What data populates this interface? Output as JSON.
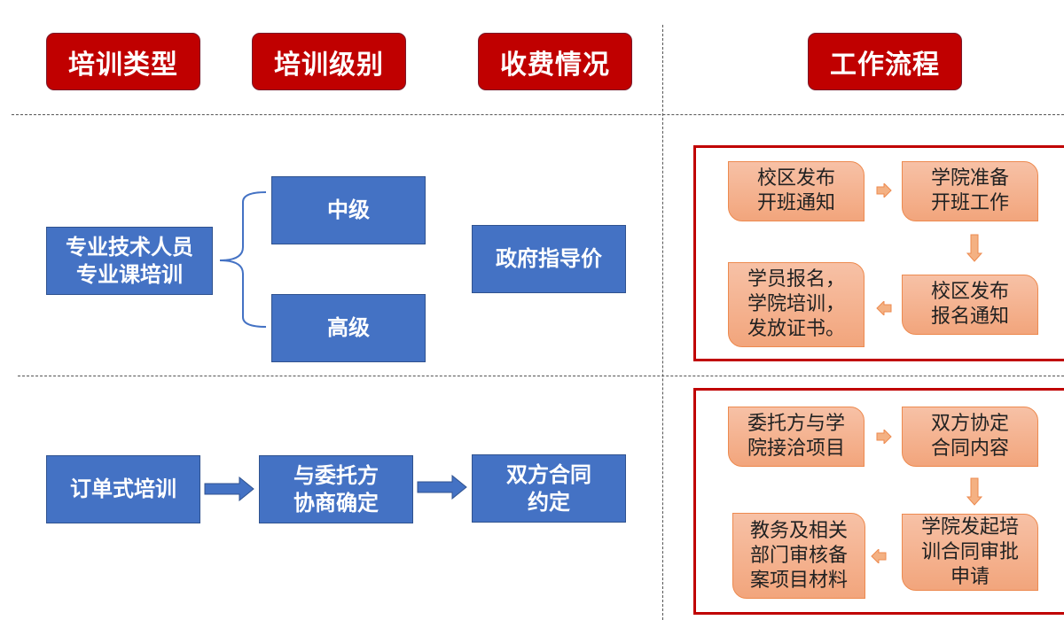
{
  "headers": {
    "training_type": "培训类型",
    "training_level": "培训级别",
    "fee": "收费情况",
    "workflow": "工作流程"
  },
  "row1": {
    "type": "专业技术人员\n专业课培训",
    "levels": [
      "中级",
      "高级"
    ],
    "fee": "政府指导价",
    "workflow": [
      "校区发布\n开班通知",
      "学院准备\n开班工作",
      "校区发布\n报名通知",
      "学员报名，\n学院培训，\n发放证书。"
    ]
  },
  "row2": {
    "type": "订单式培训",
    "level": "与委托方\n协商确定",
    "fee": "双方合同\n约定",
    "workflow": [
      "委托方与学\n院接洽项目",
      "双方协定\n合同内容",
      "学院发起培\n训合同审批\n申请",
      "教务及相关\n部门审核备\n案项目材料"
    ]
  },
  "colors": {
    "header_red": "#c00000",
    "box_blue": "#4472c4",
    "flow_orange": "#f4b183",
    "arrow_orange": "#f4b183"
  }
}
